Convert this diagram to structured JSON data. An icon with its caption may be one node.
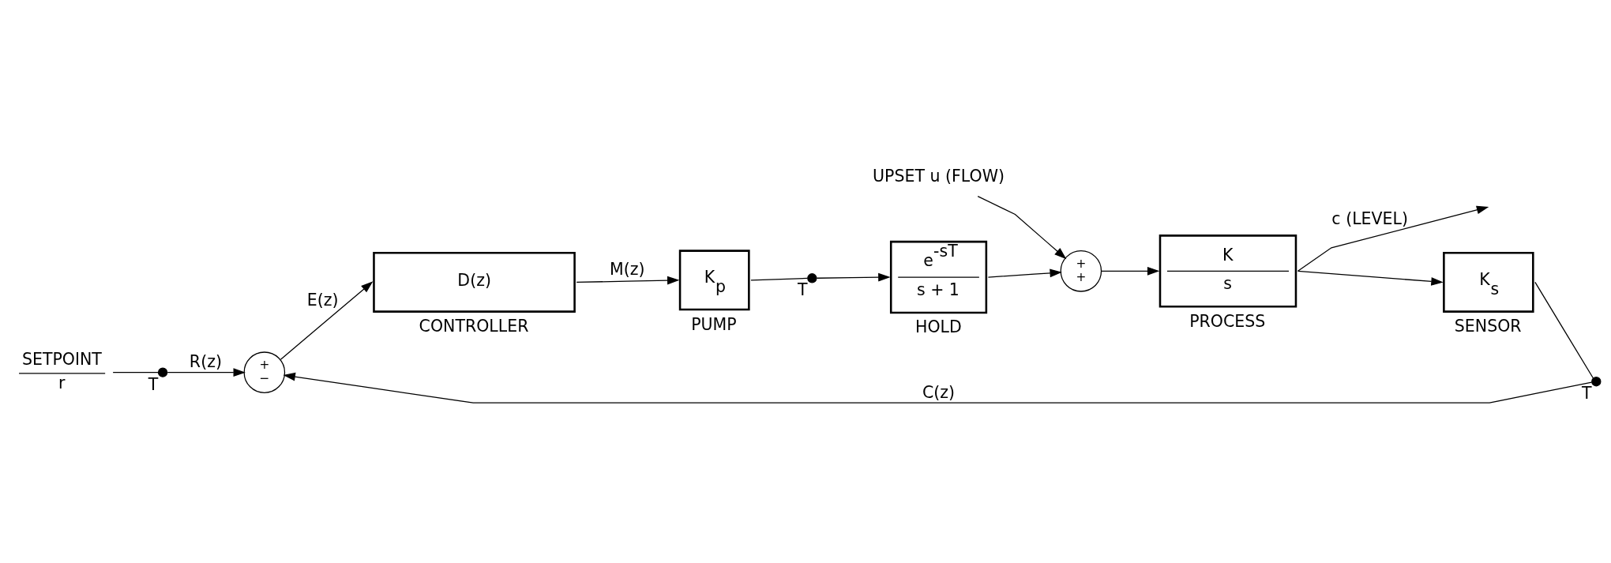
{
  "diagram": {
    "nodes": [
      {
        "text": [
          "SETPOINT",
          "r"
        ]
      },
      {
        "text": [],
        "shape": "switch",
        "beside": [
          "T"
        ]
      },
      {
        "text": [
          "+",
          "−"
        ]
      },
      {
        "text": [
          "D(z)"
        ],
        "beside": [
          "CONTROLLER"
        ]
      },
      {
        "text": [
          "K$_{p}$"
        ],
        "beside": [
          "PUMP"
        ]
      },
      {
        "text": [],
        "shape": "switch",
        "beside": [
          "T"
        ]
      },
      {
        "text": [
          "e$^{-sT}$",
          "s + 1"
        ],
        "beside": [
          "HOLD"
        ]
      },
      {
        "text": [
          "+",
          "+"
        ]
      },
      {
        "text": [
          "UPSET u (FLOW)"
        ]
      },
      {
        "text": [
          "K",
          "s"
        ],
        "beside": [
          "PROCESS"
        ]
      },
      {
        "text": [
          "K$_{s}$"
        ],
        "beside": [
          "SENSOR"
        ]
      },
      {
        "text": [],
        "shape": "switch",
        "beside": [
          "T"
        ]
      }
    ],
    "edges": [
      {
        "from": 0,
        "to": 1,
        "arrow": "none"
      },
      {
        "from": 1,
        "to": 2,
        "arrow": "to",
        "label": "R(z)"
      },
      {
        "from": 2,
        "to": 3,
        "arrow": "to",
        "label": "E(z)"
      },
      {
        "from": 3,
        "to": 4,
        "arrow": "to",
        "label": "M(z)"
      },
      {
        "from": 4,
        "to": 5,
        "arrow": "none"
      },
      {
        "from": 5,
        "to": 6,
        "arrow": "to"
      },
      {
        "from": 6,
        "to": 7,
        "arrow": "to"
      },
      {
        "from": 8,
        "to": 7,
        "arrow": "to"
      },
      {
        "from": 7,
        "to": 9,
        "arrow": "to"
      },
      {
        "from": 9,
        "to": null,
        "arrow": "to",
        "label": "c (LEVEL)"
      },
      {
        "from": 9,
        "to": 10,
        "arrow": "to"
      },
      {
        "from": 10,
        "to": 11,
        "arrow": "none"
      },
      {
        "from": 11,
        "to": 2,
        "arrow": "to",
        "label": "C(z)"
      }
    ]
  }
}
